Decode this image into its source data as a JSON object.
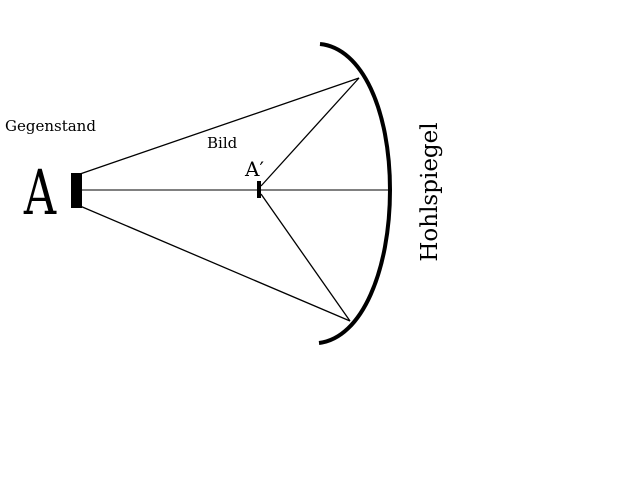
{
  "diagram": {
    "object_letter": "A",
    "object_label": "Gegenstand",
    "image_label": "Bild",
    "image_letter": "A′",
    "mirror_label": "Hohlspiegel"
  },
  "colors": {
    "ink": "#000000",
    "background": "#ffffff"
  }
}
